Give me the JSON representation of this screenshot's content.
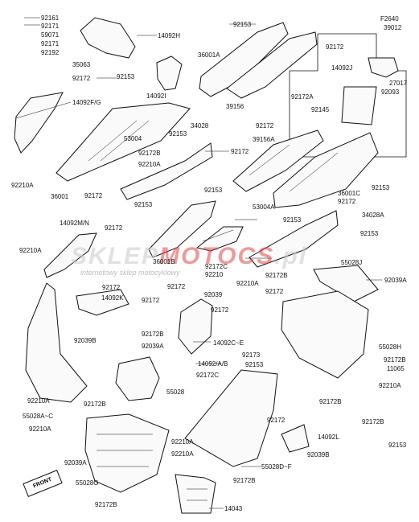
{
  "watermark": {
    "brand_a": "SKLEP",
    "brand_b": "MOTOCS",
    "suffix": ".pl",
    "tagline": "internetowy sklep motocyklowy"
  },
  "front_label": "FRONT",
  "inset": {
    "code": "F2640",
    "part": "39012"
  },
  "labels": {
    "l1": "92161",
    "l2": "92171",
    "l3": "59071",
    "l4": "92171",
    "l5": "92192",
    "l6": "35063",
    "l7": "92172",
    "l8": "92153",
    "l9": "14092H",
    "l10": "92153",
    "l11": "36001A",
    "l12": "14092I",
    "l13": "92172",
    "l14": "14092J",
    "l15": "27017",
    "l16": "92093",
    "l17": "14092F/G",
    "l18": "53004",
    "l19": "34028",
    "l20": "92153",
    "l21": "39156",
    "l22": "92172A",
    "l23": "92145",
    "l24": "92172",
    "l25": "39156A",
    "l26": "92172B",
    "l27": "92172",
    "l28": "92210A",
    "l29": "92210A",
    "l30": "36001",
    "l31": "92172",
    "l32": "92153",
    "l33": "36001C",
    "l34": "92172",
    "l35": "92153",
    "l36": "92153",
    "l37": "53004A",
    "l38": "92153",
    "l39": "34028A",
    "l40": "14092M/N",
    "l41": "92172",
    "l42": "92153",
    "l43": "92210A",
    "l44": "36001B",
    "l45": "92172C",
    "l46": "92210",
    "l47": "55028J",
    "l48": "92039A",
    "l49": "92172B",
    "l50": "92210A",
    "l51": "92172",
    "l52": "92172",
    "l53": "92039",
    "l54": "92172",
    "l55": "14092K",
    "l56": "92172",
    "l57": "92172",
    "l58": "92172B",
    "l59": "92039B",
    "l60": "92039A",
    "l61": "14092C~E",
    "l62": "55028H",
    "l63": "92173",
    "l64": "92172B",
    "l65": "14092/A/B",
    "l66": "92153",
    "l67": "11065",
    "l68": "92172C",
    "l69": "55028",
    "l70": "92210A",
    "l71": "92210A",
    "l72": "92172B",
    "l73": "92172B",
    "l74": "55028A~C",
    "l75": "92172B",
    "l76": "92172",
    "l77": "92210A",
    "l78": "92210A",
    "l79": "14092L",
    "l80": "92153",
    "l81": "92039A",
    "l82": "92039B",
    "l83": "92210A",
    "l84": "55028D~F",
    "l85": "55028G",
    "l86": "92172B",
    "l87": "92172B",
    "l88": "14043"
  }
}
